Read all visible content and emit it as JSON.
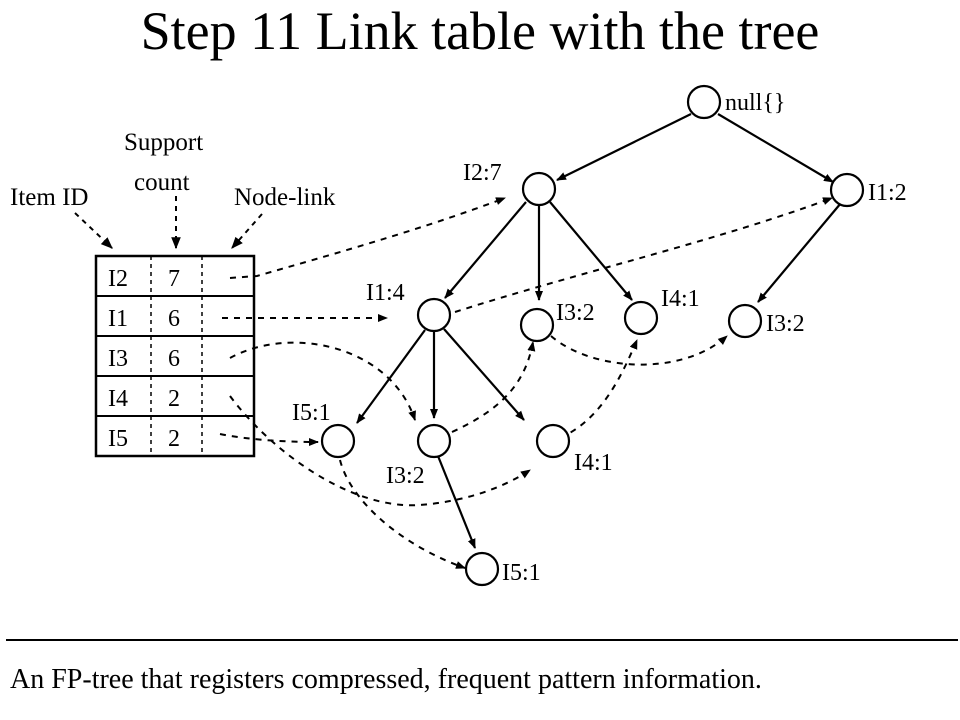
{
  "title": "Step 11   Link table with the tree",
  "headers": {
    "item_id": "Item ID",
    "support_line1": "Support",
    "support_line2": "count",
    "node_link": "Node-link"
  },
  "table": [
    {
      "item": "I2",
      "count": "7"
    },
    {
      "item": "I1",
      "count": "6"
    },
    {
      "item": "I3",
      "count": "6"
    },
    {
      "item": "I4",
      "count": "2"
    },
    {
      "item": "I5",
      "count": "2"
    }
  ],
  "nodes": {
    "root": "null{}",
    "i2_7": "I2:7",
    "i1_2": "I1:2",
    "i1_4": "I1:4",
    "i3_2_a": "I3:2",
    "i4_1_a": "I4:1",
    "i3_2_b": "I3:2",
    "i5_1_a": "I5:1",
    "i3_2_c": "I3:2",
    "i4_1_b": "I4:1",
    "i5_1_b": "I5:1"
  },
  "caption": "An FP-tree that registers compressed, frequent pattern information."
}
